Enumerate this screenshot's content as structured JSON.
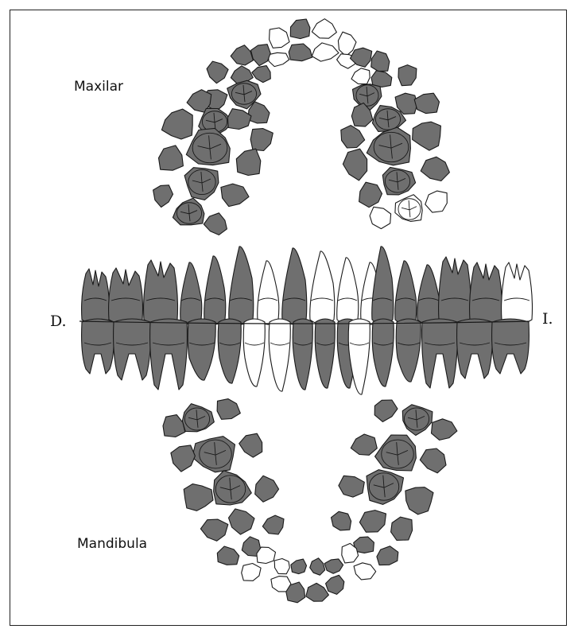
{
  "labels": {
    "maxillary": "Maxilar",
    "mandibular": "Mandibula",
    "right_side": "D.",
    "left_side": "I."
  },
  "colors": {
    "shaded_tooth": "#6f6f6f",
    "outline": "#1a1a1a",
    "unshaded_tooth": "#ffffff",
    "background": "#ffffff"
  },
  "icons": {
    "shaded": "permanent-tooth",
    "unshaded": "unshaded-tooth"
  }
}
